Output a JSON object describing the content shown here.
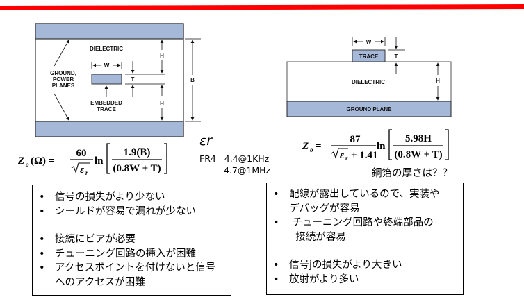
{
  "stripline": {
    "labels": {
      "dielectric": "DIELECTRIC",
      "ground_power_planes": [
        "GROUND,",
        "POWER",
        "PLANES"
      ],
      "w": "W",
      "t": "T",
      "h": "H",
      "b": "B",
      "embedded_trace": [
        "EMBEDDED",
        "TRACE"
      ]
    },
    "formula": {
      "lhs": "Z",
      "lhs_sub": "o",
      "lhs_unit": "(Ω) =",
      "num": "60",
      "den": "ε",
      "den_sub": "r",
      "ln": "ln",
      "inner_num": "1.9(B)",
      "inner_den": "(0.8W + T)"
    }
  },
  "microstrip": {
    "labels": {
      "w": "W",
      "t": "T",
      "h": "H",
      "trace": "TRACE",
      "dielectric": "DIELECTRIC",
      "ground_plane": "GROUND PLANE"
    },
    "formula": {
      "lhs": "Z",
      "lhs_sub": "o",
      "eq": "=",
      "num": "87",
      "den": "ε",
      "den_sub": "r",
      "den_add": "+ 1.41",
      "ln": "ln",
      "inner_num": "5.98H",
      "inner_den": "(0.8W + T)"
    }
  },
  "permittivity": {
    "symbol": "εr",
    "material": "FR4",
    "value_1": "4.4@1KHz",
    "value_2": "4.7@1MHz"
  },
  "note": "銅箔の厚さは？？",
  "left_box": {
    "items": [
      {
        "text": "信号の損失がより少ない",
        "bullet": "•"
      },
      {
        "text": "シールドが容易で漏れが少ない",
        "bullet": "•"
      },
      {
        "text": "",
        "bullet": ""
      },
      {
        "text": "接続にビアが必要",
        "bullet": "•"
      },
      {
        "text": "チューニング回路の挿入が困難",
        "bullet": "•"
      },
      {
        "text": "アクセスポイントを付けないと信号",
        "bullet": "•"
      },
      {
        "text": "へのアクセスが困難",
        "bullet": ""
      }
    ]
  },
  "right_box": {
    "items": [
      {
        "text": "配線が露出しているので、実装や",
        "bullet": "•"
      },
      {
        "text": "デバッグが容易",
        "bullet": ""
      },
      {
        "text": " チューニング回路や終端部品の",
        "bullet": "•"
      },
      {
        "text": "  接続が容易",
        "bullet": ""
      },
      {
        "text": "",
        "bullet": ""
      },
      {
        "text": "信号jの損失がより大きい",
        "bullet": "•"
      },
      {
        "text": "放射がより多い",
        "bullet": "•"
      }
    ]
  },
  "colors": {
    "accent_line": "#ff0000",
    "plane_fill": "#a6b8d8",
    "outline": "#333333"
  }
}
